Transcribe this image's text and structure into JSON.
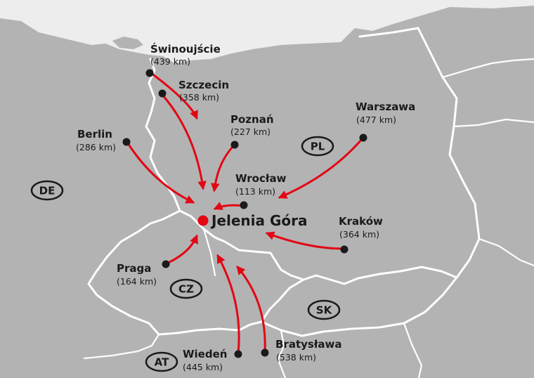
{
  "colors": {
    "land": "#b3b3b3",
    "sea": "#ededed",
    "border": "#ffffff",
    "accent": "#e30613",
    "text": "#1a1a1a"
  },
  "main_city": {
    "name": "Jelenia Góra"
  },
  "cities": [
    {
      "id": "swinoujscie",
      "name": "Świnoujście",
      "distance": "(439 km)"
    },
    {
      "id": "szczecin",
      "name": "Szczecin",
      "distance": "(358 km)"
    },
    {
      "id": "poznan",
      "name": "Poznań",
      "distance": "(227 km)"
    },
    {
      "id": "warszawa",
      "name": "Warszawa",
      "distance": "(477 km)"
    },
    {
      "id": "berlin",
      "name": "Berlin",
      "distance": "(286 km)"
    },
    {
      "id": "wroclaw",
      "name": "Wrocław",
      "distance": "(113 km)"
    },
    {
      "id": "krakow",
      "name": "Kraków",
      "distance": "(364 km)"
    },
    {
      "id": "praga",
      "name": "Praga",
      "distance": "(164 km)"
    },
    {
      "id": "wieden",
      "name": "Wiedeń",
      "distance": "(445 km)"
    },
    {
      "id": "bratyslawa",
      "name": "Bratysława",
      "distance": "(538 km)"
    }
  ],
  "countries": [
    {
      "id": "de",
      "code": "DE"
    },
    {
      "id": "pl",
      "code": "PL"
    },
    {
      "id": "cz",
      "code": "CZ"
    },
    {
      "id": "sk",
      "code": "SK"
    },
    {
      "id": "at",
      "code": "AT"
    }
  ]
}
